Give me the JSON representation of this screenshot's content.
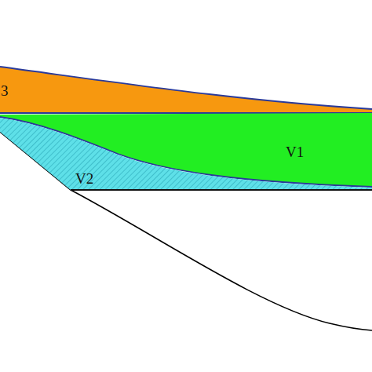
{
  "diagram": {
    "nodes": [
      {
        "text": [
          "3"
        ]
      },
      {
        "text": [
          "V1"
        ]
      },
      {
        "text": [
          "V2"
        ]
      }
    ]
  }
}
